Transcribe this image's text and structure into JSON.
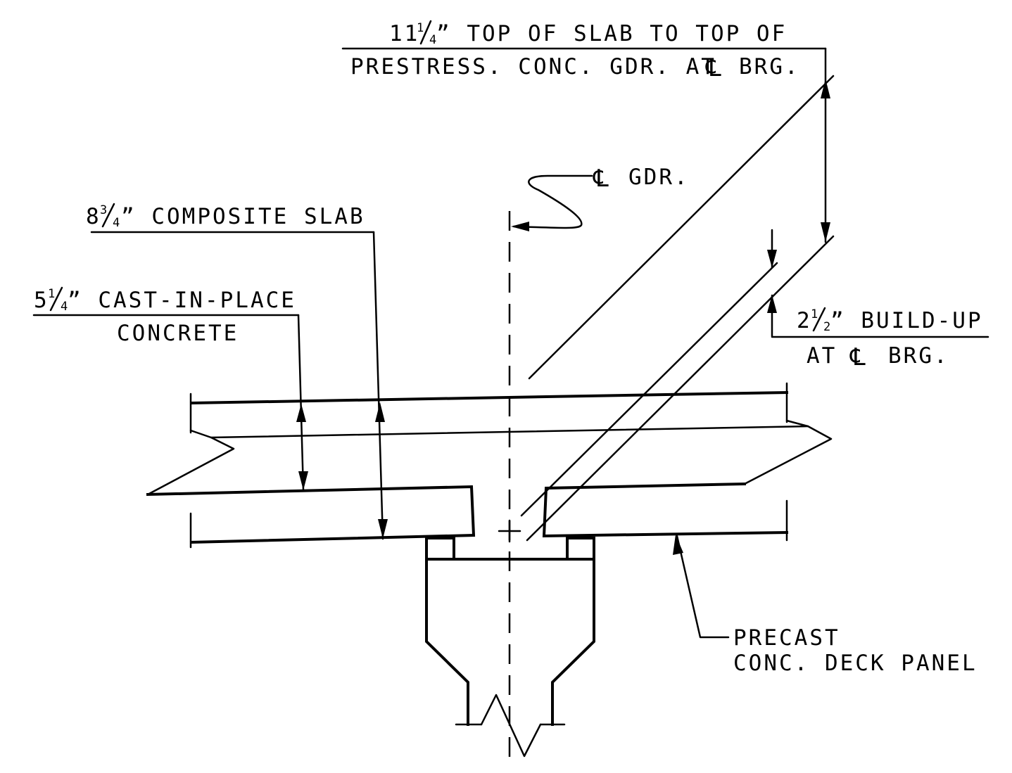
{
  "labels": {
    "top_of_slab_whole": "11",
    "top_of_slab_frac_num": "1",
    "top_of_slab_frac_den": "4",
    "top_of_slab_line1": "” TOP OF SLAB TO TOP OF",
    "top_of_slab_line2_a": "PRESTRESS. CONC. GDR. AT",
    "top_of_slab_line2_b": "BRG.",
    "cl_gdr": "GDR.",
    "composite_whole": "8",
    "composite_frac_num": "3",
    "composite_frac_den": "4",
    "composite_text": "” COMPOSITE SLAB",
    "cip_whole": "5",
    "cip_frac_num": "1",
    "cip_frac_den": "4",
    "cip_line1": "” CAST-IN-PLACE",
    "cip_line2": "CONCRETE",
    "buildup_whole": "2",
    "buildup_frac_num": "1",
    "buildup_frac_den": "2",
    "buildup_line1": "” BUILD-UP",
    "buildup_line2_a": "AT",
    "buildup_line2_b": "BRG.",
    "panel_line1": "PRECAST",
    "panel_line2": "CONC. DECK PANEL"
  },
  "symbols": {
    "centerline": "℄"
  }
}
